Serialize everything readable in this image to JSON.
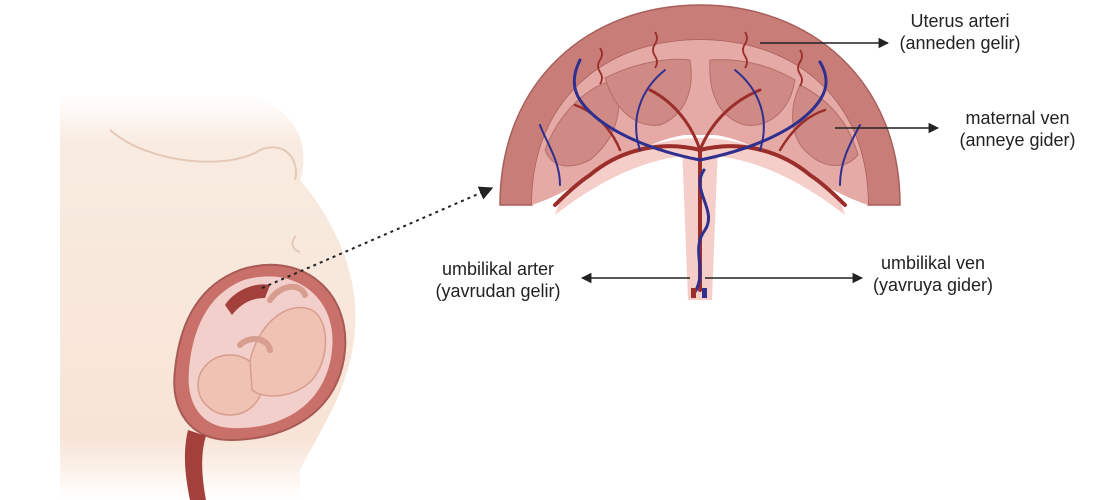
{
  "labels": {
    "uterus_artery": {
      "line1": "Uterus arteri",
      "line2": "(anneden gelir)"
    },
    "maternal_vein": {
      "line1": "maternal ven",
      "line2": "(anneye gider)"
    },
    "umbilical_artery": {
      "line1": "umbilikal arter",
      "line2": "(yavrudan gelir)"
    },
    "umbilical_vein": {
      "line1": "umbilikal ven",
      "line2": "(yavruya gider)"
    }
  },
  "colors": {
    "artery": "#9b2e2a",
    "vein": "#2f2f8f",
    "placenta_outer": "#c97d78",
    "placenta_inner": "#e6aaa6",
    "skin": "#f7e4d6",
    "arrow": "#222222"
  }
}
